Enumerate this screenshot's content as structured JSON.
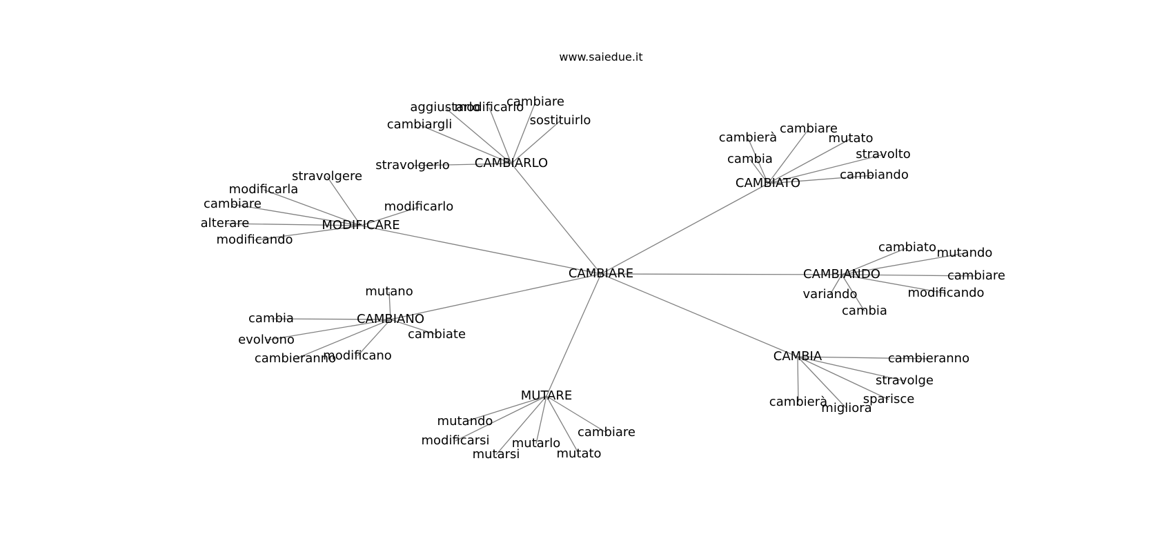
{
  "site": "www.saiedue.it",
  "graph": {
    "root": "CAMBIARE",
    "clusters": [
      {
        "hub": "CAMBIARLO",
        "leaves": [
          "aggiustarlo",
          "modificarlo",
          "cambiare",
          "sostituirlo",
          "cambiargli",
          "stravolgerlo"
        ]
      },
      {
        "hub": "CAMBIATO",
        "leaves": [
          "cambierà",
          "cambiare",
          "mutato",
          "stravolto",
          "cambia",
          "cambiando"
        ]
      },
      {
        "hub": "MODIFICARE",
        "leaves": [
          "stravolgere",
          "modificarla",
          "cambiare",
          "alterare",
          "modificando",
          "modificarlo"
        ]
      },
      {
        "hub": "CAMBIANDO",
        "leaves": [
          "cambiato",
          "mutando",
          "cambiare",
          "modificando",
          "variando",
          "cambia"
        ]
      },
      {
        "hub": "CAMBIANO",
        "leaves": [
          "mutano",
          "cambia",
          "evolvono",
          "cambieranno",
          "modificano",
          "cambiate"
        ]
      },
      {
        "hub": "CAMBIA",
        "leaves": [
          "cambieranno",
          "stravolge",
          "sparisce",
          "migliora",
          "cambierà"
        ]
      },
      {
        "hub": "MUTARE",
        "leaves": [
          "mutando",
          "modificarsi",
          "mutarsi",
          "mutarlo",
          "mutato",
          "cambiare"
        ]
      }
    ]
  }
}
